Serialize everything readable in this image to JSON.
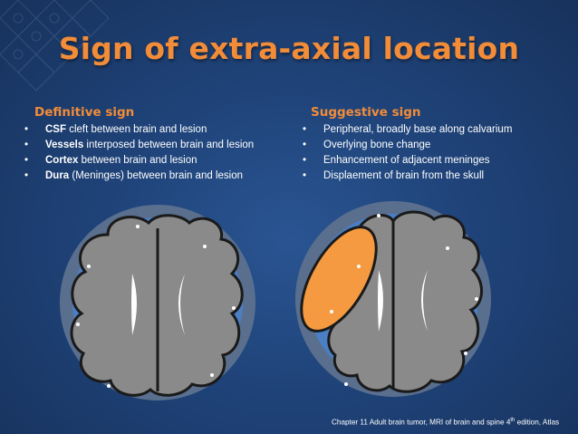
{
  "title": "Sign of extra-axial location",
  "definitive": {
    "heading": "Definitive sign",
    "items": [
      {
        "bold": "CSF",
        "text": " cleft between brain and lesion"
      },
      {
        "bold": "Vessels",
        "text": " interposed between brain and lesion"
      },
      {
        "bold": "Cortex",
        "text": " between brain and lesion"
      },
      {
        "bold": "Dura",
        "text": " (Meninges) between brain and lesion"
      }
    ]
  },
  "suggestive": {
    "heading": "Suggestive sign",
    "items": [
      {
        "text": "Peripheral, broadly base along calvarium"
      },
      {
        "text": "Overlying bone change"
      },
      {
        "text": "Enhancement of adjacent meninges"
      },
      {
        "text": "Displaement of brain from the skull"
      }
    ]
  },
  "bullet_char": "•",
  "citation": {
    "before": "Chapter 11 Adult brain tumor, MRI of brain and spine 4",
    "sup": "th",
    "after": " edition, Atlas"
  },
  "colors": {
    "accent": "#f28c38",
    "background": "#1b3b6e",
    "brain_gray": "#8a8a8a",
    "skull_blue": "#4a7fc6",
    "outer_ring": "#5a6f8e",
    "lesion_orange": "#f59a40"
  }
}
